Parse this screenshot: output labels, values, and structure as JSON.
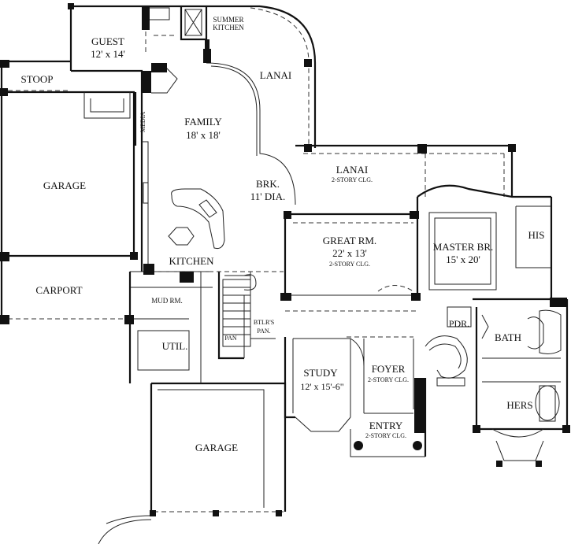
{
  "rooms": {
    "guest": "GUEST",
    "guest_size": "12' x 14'",
    "summer1": "SUMMER",
    "summer2": "KITCHEN",
    "lanai_top": "LANAI",
    "stoop": "STOOP",
    "media": "MEDIA",
    "family": "FAMILY",
    "family_size": "18' x 18'",
    "garage_left": "GARAGE",
    "brk": "BRK.",
    "brk_size": "11' DIA.",
    "lanai_mid": "LANAI",
    "lanai_mid_note": "2-STORY CLG.",
    "great": "GREAT RM.",
    "great_size": "22' x 13'",
    "great_note": "2-STORY CLG.",
    "master": "MASTER BR.",
    "master_size": "15' x 20'",
    "his": "HIS",
    "kitchen": "KITCHEN",
    "carport": "CARPORT",
    "mudrm": "MUD RM.",
    "util": "UTIL.",
    "pan": "PAN",
    "btlr1": "BTLR'S",
    "btlr2": "PAN.",
    "pdr": "PDR.",
    "bath": "BATH",
    "study": "STUDY",
    "study_size": "12' x 15'-6\"",
    "foyer": "FOYER",
    "foyer_note": "2-STORY CLG.",
    "hers": "HERS",
    "entry": "ENTRY",
    "entry_note": "2-STORY CLG.",
    "garage_bottom": "GARAGE"
  }
}
